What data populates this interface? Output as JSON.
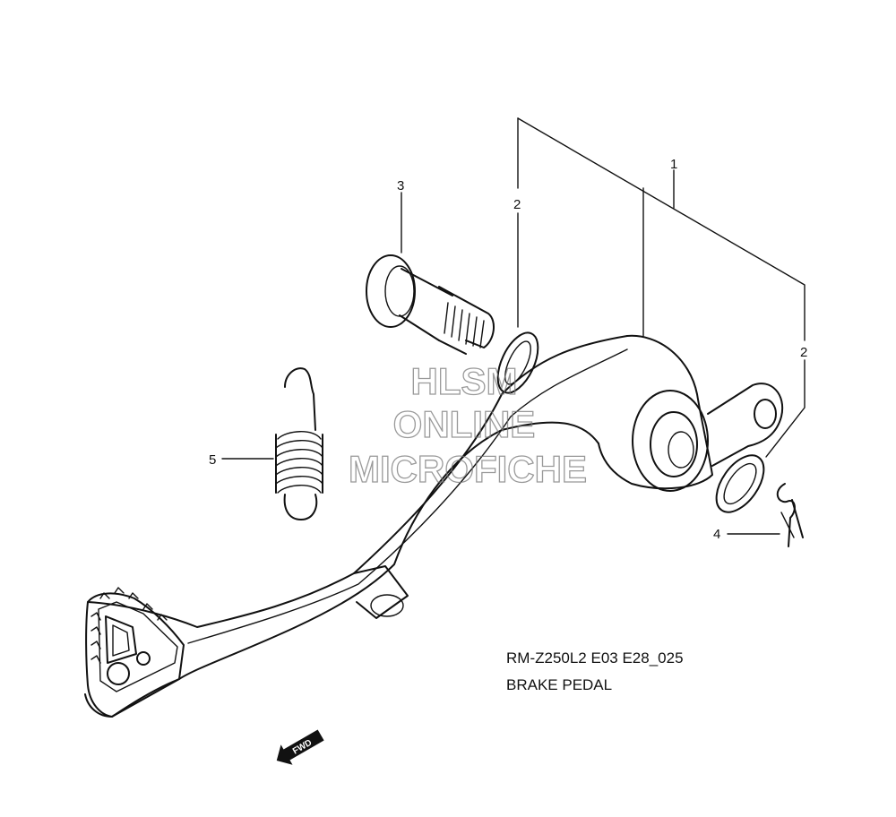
{
  "callouts": {
    "c1": "1",
    "c2a": "2",
    "c2b": "2",
    "c3": "3",
    "c4": "4",
    "c5": "5"
  },
  "caption": {
    "code": "RM-Z250L2 E03 E28_025",
    "title": "BRAKE PEDAL"
  },
  "watermark": {
    "line1": "HLSM",
    "line2": "ONLINE",
    "line3": "MICROFICHE"
  },
  "direction_arrow": {
    "label": "FWD"
  }
}
